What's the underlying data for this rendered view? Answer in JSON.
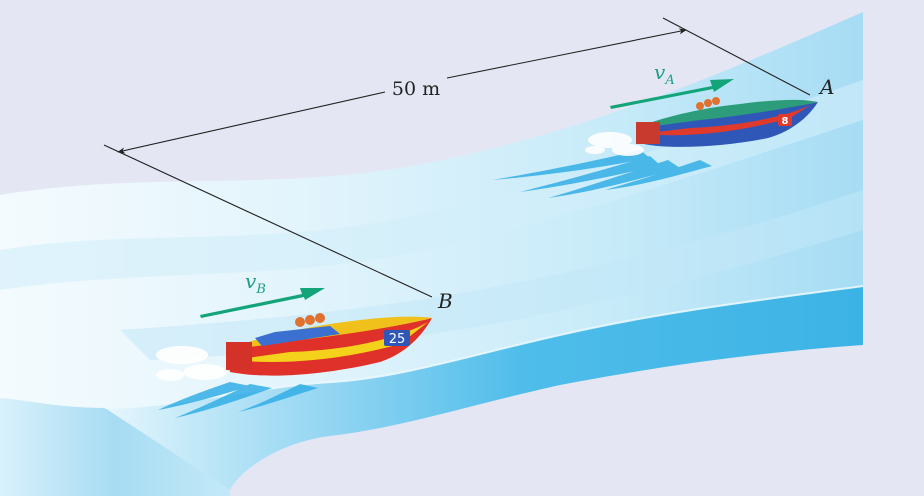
{
  "dimension": {
    "label": "50 m"
  },
  "points": {
    "a": "A",
    "b": "B"
  },
  "velocities": {
    "a": {
      "symbol": "v",
      "subscript": "A"
    },
    "b": {
      "symbol": "v",
      "subscript": "B"
    }
  },
  "boats": {
    "a": {
      "number": "8"
    },
    "b": {
      "number": "25"
    }
  },
  "colors": {
    "background": "#e4e7f3",
    "velocity_arrow": "#14a47a",
    "velocity_label": "#1e9e86",
    "water_light": "#e8f6fc",
    "water_mid": "#bfe5f6",
    "water_side": "#3fb5e6"
  }
}
